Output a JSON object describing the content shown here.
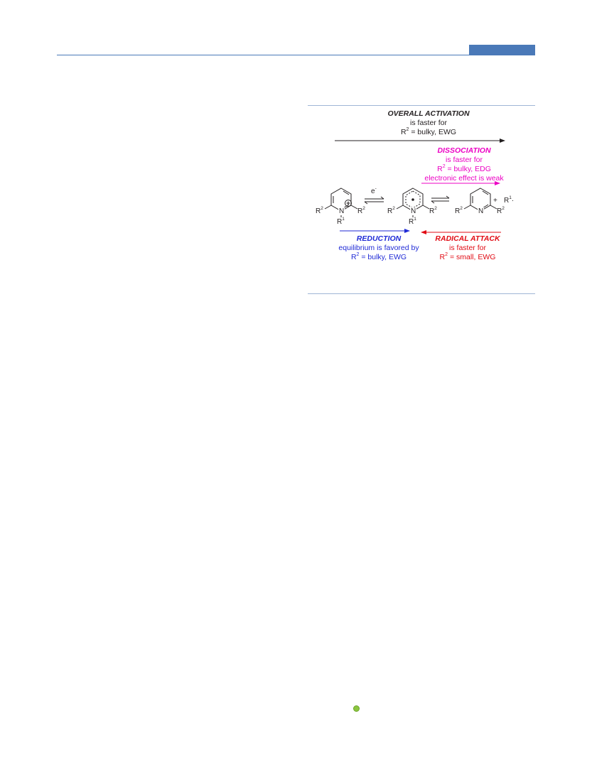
{
  "header": {
    "accent_color": "#4a79b8"
  },
  "scheme": {
    "overall": {
      "heading": "OVERALL ACTIVATION",
      "line1": "is faster for",
      "r_symbol": "R",
      "r_sup": "2",
      "line2": " = bulky, EWG",
      "color": "#231f20"
    },
    "dissociation": {
      "heading": "DISSOCIATION",
      "line1": "is faster for",
      "r_symbol": "R",
      "r_sup": "2",
      "line2": " = bulky, EDG",
      "line3": "electronic effect is weak",
      "color": "#ec00c4"
    },
    "reduction": {
      "heading": "REDUCTION",
      "line1": "equilibrium is favored by",
      "r_symbol": "R",
      "r_sup": "2",
      "line2": " = bulky, EWG",
      "color": "#1f2ad6"
    },
    "radical_attack": {
      "heading": "RADICAL ATTACK",
      "line1": "is faster for",
      "r_symbol": "R",
      "r_sup": "2",
      "line2": " = small, EWG",
      "color": "#e10b14"
    },
    "electron": {
      "symbol": "e",
      "sup": "-"
    },
    "atoms": {
      "r": "R",
      "sup1": "1",
      "sup2": "2",
      "n": "N",
      "plus": "+",
      "radical_dot": "·",
      "charge": "+"
    }
  },
  "footer": {
    "marker_color": "#8cc63f"
  }
}
